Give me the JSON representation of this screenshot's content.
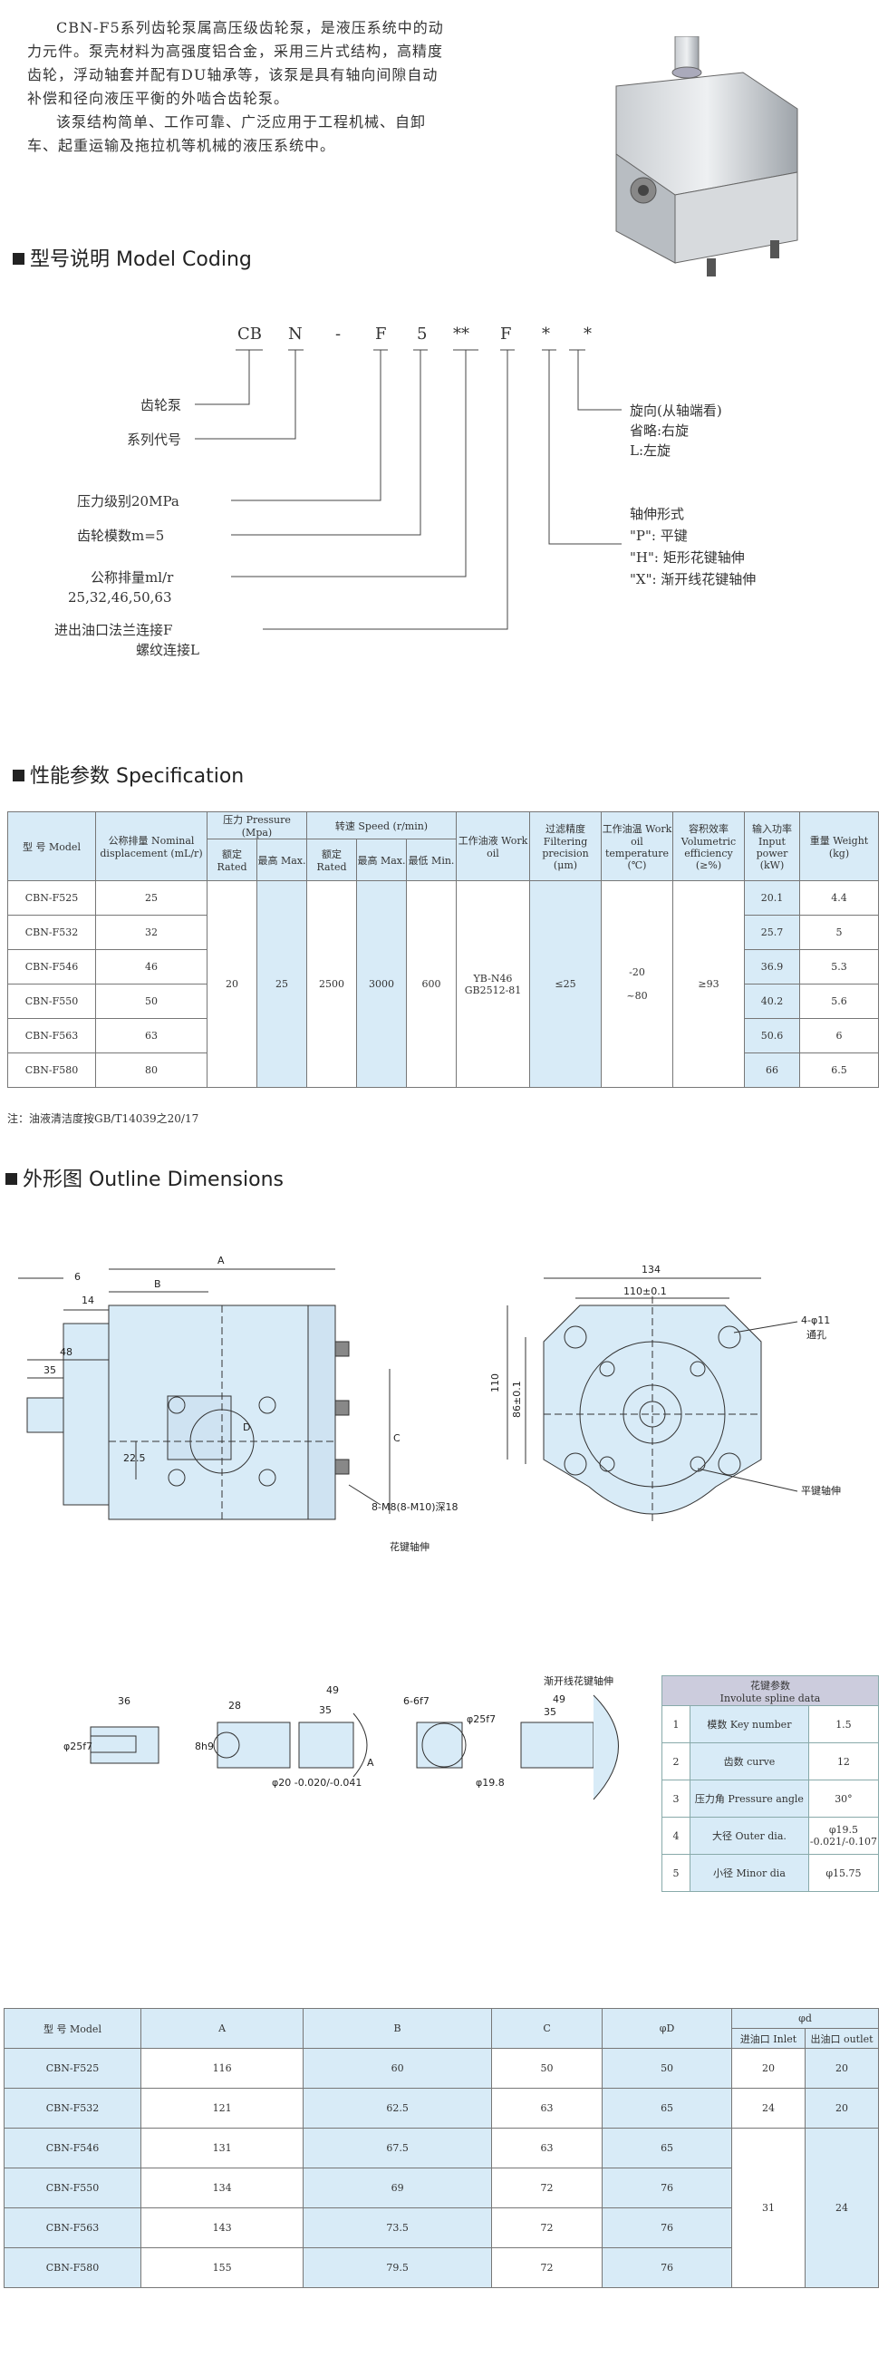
{
  "intro": {
    "p1": "CBN-F5系列齿轮泵属高压级齿轮泵，是液压系统中的动力元件。泵壳材料为高强度铝合金，采用三片式结构，高精度齿轮，浮动轴套并配有DU轴承等，该泵是具有轴向间隙自动补偿和径向液压平衡的外啮合齿轮泵。",
    "p2": "该泵结构简单、工作可靠、广泛应用于工程机械、自卸车、起重运输及拖拉机等机械的液压系统中。"
  },
  "sections": {
    "coding": "型号说明 Model Coding",
    "spec": "性能参数 Specification",
    "outline": "外形图 Outline Dimensions"
  },
  "coding": {
    "parts": [
      "CB",
      "N",
      "-",
      "F",
      "5",
      "**",
      "F",
      "*",
      "*"
    ],
    "left_labels": {
      "l1": "齿轮泵",
      "l2": "系列代号",
      "l3": "压力级别20MPa",
      "l4": "齿轮模数m=5",
      "l5": "公称排量ml/r",
      "l6": "25,32,46,50,63",
      "l7": "进出油口法兰连接F",
      "l8": "螺纹连接L"
    },
    "right_labels": {
      "r1": "旋向(从轴端看)",
      "r2": "省略:右旋",
      "r3": "L:左旋",
      "r4": "轴伸形式",
      "r5": "\"P\": 平键",
      "r6": "\"H\": 矩形花键轴伸",
      "r7": "\"X\": 渐开线花键轴伸"
    }
  },
  "spec": {
    "headers": {
      "model": "型  号 Model",
      "disp": "公称排量 Nominal displacement (mL/r)",
      "pressure": "压力 Pressure (Mpa)",
      "p_rated": "额定 Rated",
      "p_max": "最高 Max.",
      "speed": "转速 Speed (r/min)",
      "s_rated": "额定 Rated",
      "s_max": "最高 Max.",
      "s_min": "最低 Min.",
      "oil": "工作油液 Work oil",
      "filter": "过滤精度 Filtering precision (μm)",
      "temp": "工作油温 Work oil temperature (℃)",
      "eff": "容积效率 Volumetric efficiency (≥%)",
      "power": "输入功率 Input power (kW)",
      "weight": "重量 Weight (kg)"
    },
    "rows": [
      {
        "model": "CBN-F525",
        "disp": "25",
        "power": "20.1",
        "weight": "4.4"
      },
      {
        "model": "CBN-F532",
        "disp": "32",
        "power": "25.7",
        "weight": "5"
      },
      {
        "model": "CBN-F546",
        "disp": "46",
        "power": "36.9",
        "weight": "5.3"
      },
      {
        "model": "CBN-F550",
        "disp": "50",
        "power": "40.2",
        "weight": "5.6"
      },
      {
        "model": "CBN-F563",
        "disp": "63",
        "power": "50.6",
        "weight": "6"
      },
      {
        "model": "CBN-F580",
        "disp": "80",
        "power": "66",
        "weight": "6.5"
      }
    ],
    "shared": {
      "p_rated": "20",
      "p_max": "25",
      "s_rated": "2500",
      "s_max": "3000",
      "s_min": "600",
      "oil": "YB-N46 GB2512-81",
      "filter": "≤25",
      "temp_a": "-20",
      "temp_b": "~80",
      "eff": "≥93"
    },
    "note": "注：油液清洁度按GB/T14039之20/17"
  },
  "drawing": {
    "A": "A",
    "B": "B",
    "C": "C",
    "D": "D",
    "d6": "6",
    "d14": "14",
    "d48": "48",
    "d35": "35",
    "d22_5": "22.5",
    "bolt": "8-M8(8-M10)深18",
    "spline_label": "花键轴伸",
    "d134": "134",
    "d110x": "110±0.1",
    "d110": "110",
    "d86": "86±0.1",
    "hole": "4-φ11",
    "hole2": "通孔",
    "key_label": "平键轴伸",
    "involute_label": "渐开线花键轴伸",
    "s36": "36",
    "s25f7": "φ25f7",
    "s8": "8h9",
    "s28": "28",
    "s49a": "49",
    "s35a": "35",
    "s20": "φ20 -0.020/-0.041",
    "sA": "A",
    "s6f7": "6-6f7",
    "s25f7b": "φ25f7",
    "s19": "φ19.8",
    "s49b": "49",
    "s35b": "35"
  },
  "spline": {
    "title": "花键参数",
    "subtitle": "Involute spline data",
    "rows": [
      {
        "n": "1",
        "name": "模数 Key number",
        "val": "1.5"
      },
      {
        "n": "2",
        "name": "齿数 curve",
        "val": "12"
      },
      {
        "n": "3",
        "name": "压力角 Pressure angle",
        "val": "30°"
      },
      {
        "n": "4",
        "name": "大径 Outer dia.",
        "val": "φ19.5 -0.021/-0.107"
      },
      {
        "n": "5",
        "name": "小径 Minor dia",
        "val": "φ15.75"
      }
    ]
  },
  "dims": {
    "headers": {
      "model": "型  号 Model",
      "A": "A",
      "B": "B",
      "C": "C",
      "D": "φD",
      "d": "φd",
      "inlet": "进油口 Inlet",
      "outlet": "出油口 outlet"
    },
    "rows": [
      {
        "model": "CBN-F525",
        "A": "116",
        "B": "60",
        "C": "50",
        "D": "50"
      },
      {
        "model": "CBN-F532",
        "A": "121",
        "B": "62.5",
        "C": "63",
        "D": "65"
      },
      {
        "model": "CBN-F546",
        "A": "131",
        "B": "67.5",
        "C": "63",
        "D": "65"
      },
      {
        "model": "CBN-F550",
        "A": "134",
        "B": "69",
        "C": "72",
        "D": "76"
      },
      {
        "model": "CBN-F563",
        "A": "143",
        "B": "73.5",
        "C": "72",
        "D": "76"
      },
      {
        "model": "CBN-F580",
        "A": "155",
        "B": "79.5",
        "C": "72",
        "D": "76"
      }
    ],
    "ports": {
      "in1": "20",
      "out1": "20",
      "in2": "24",
      "out2": "20",
      "in3": "31",
      "out3": "24"
    }
  }
}
